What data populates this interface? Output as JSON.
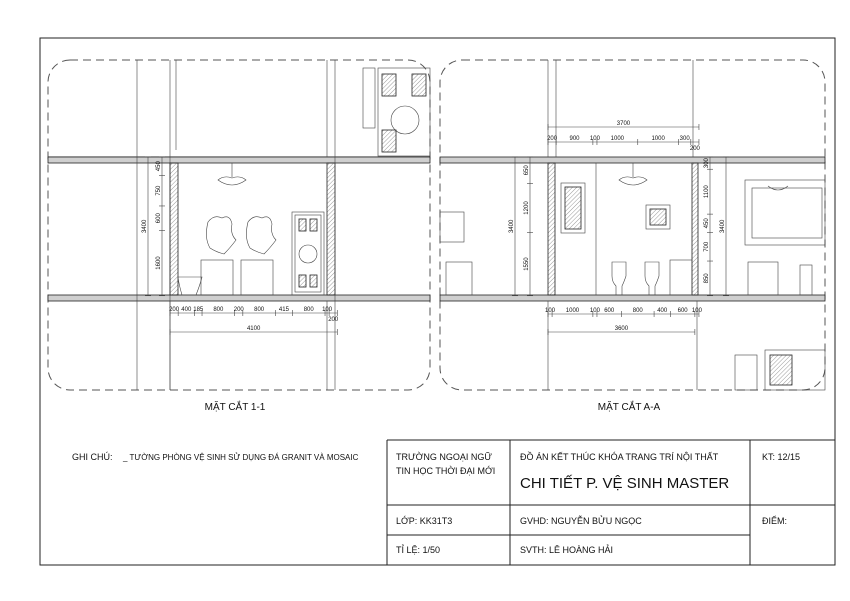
{
  "captions": {
    "section_1": "MẶT CẮT 1-1",
    "section_a": "MẶT CẮT A-A"
  },
  "notes": {
    "label": "GHI CHÚ:",
    "text": "_ TƯỜNG PHÒNG VỆ SINH SỬ DỤNG ĐÁ GRANIT VÀ MOSAIC"
  },
  "title_block": {
    "school_line1": "TRƯỜNG NGOẠI NGỮ",
    "school_line2": "TIN HỌC THỜI ĐẠI MỚI",
    "project": "ĐỒ ÁN KẾT THÚC KHÓA TRANG TRÍ NỘI THẤT",
    "drawing_title": "CHI TIẾT P. VỆ SINH MASTER",
    "sheet": "KT: 12/15",
    "class": "LỚP: KK31T3",
    "instructor": "GVHD: NGUYỄN BỬU NGỌC",
    "score": "ĐIỂM:",
    "scale": "TỈ LỆ: 1/50",
    "student": "SVTH: LÊ HOÀNG HẢI"
  },
  "dimensions": {
    "section_1": {
      "vertical": [
        450,
        750,
        600,
        1600
      ],
      "vertical_total": 3400,
      "bottom": [
        200,
        400,
        185,
        800,
        200,
        800,
        415,
        800,
        100,
        200
      ],
      "bottom_total": 4100
    },
    "section_a": {
      "top_total": 3700,
      "top": [
        200,
        900,
        100,
        1000,
        1000,
        300,
        200
      ],
      "left_vertical": [
        650,
        1200,
        1550
      ],
      "left_total": 3400,
      "right_vertical": [
        300,
        1100,
        450,
        700,
        850
      ],
      "right_total": 3400,
      "bottom": [
        100,
        1000,
        100,
        600,
        800,
        400,
        600,
        100
      ],
      "bottom_total": 3600
    }
  }
}
